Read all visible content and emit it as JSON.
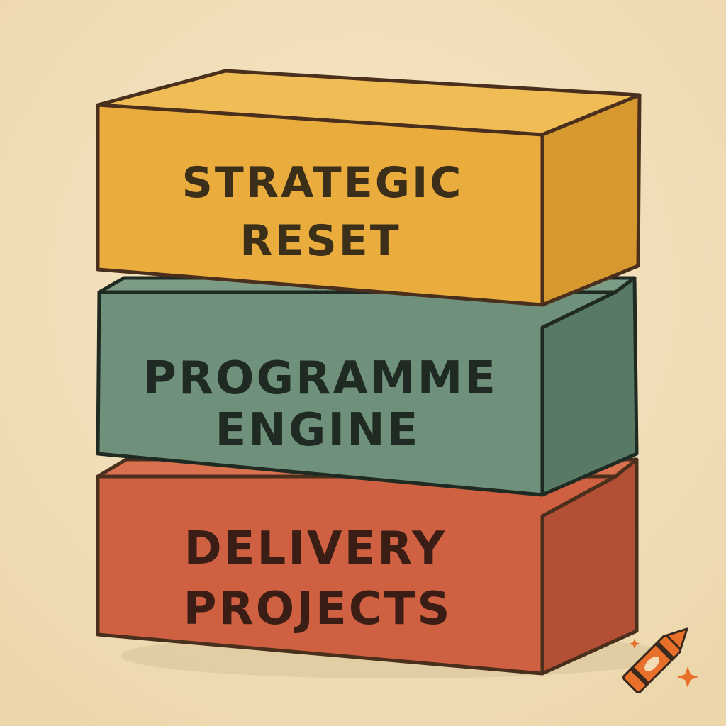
{
  "diagram": {
    "blocks": [
      {
        "id": "strategic-reset",
        "lines": [
          "STRATEGIC",
          "RESET"
        ],
        "front_color": "#e9ac3d",
        "top_color": "#efbc55",
        "side_color": "#d6982f",
        "text_color": "#3b2f1a"
      },
      {
        "id": "programme-engine",
        "lines": [
          "PROGRAMME",
          "ENGINE"
        ],
        "front_color": "#6f907a",
        "top_color": "#7d9c86",
        "side_color": "#587a64",
        "text_color": "#1f2b22"
      },
      {
        "id": "delivery-projects",
        "lines": [
          "DELIVERY",
          "PROJECTS"
        ],
        "front_color": "#cf6142",
        "top_color": "#d9714f",
        "side_color": "#b34f34",
        "text_color": "#3a1d14"
      }
    ],
    "outline_color": "#4a2f1c",
    "background_color": "#f1e1bd",
    "logo": {
      "name": "crayon-logo-icon",
      "body_color": "#e8702a",
      "band_color": "#3a2a1e"
    }
  }
}
